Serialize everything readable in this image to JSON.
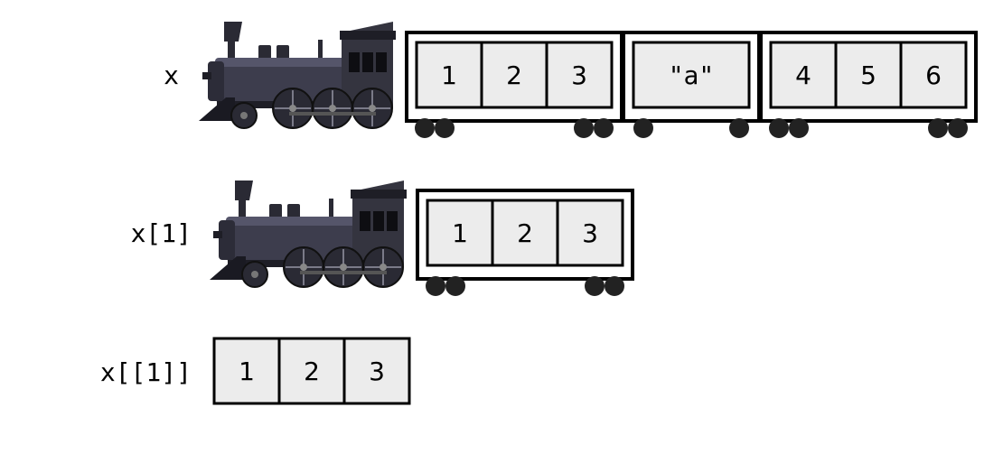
{
  "rows": [
    {
      "label": "x",
      "has_engine": true,
      "cars": [
        {
          "values": [
            "1",
            "2",
            "3"
          ]
        },
        {
          "values": [
            "\"a\""
          ]
        },
        {
          "values": [
            "4",
            "5",
            "6"
          ]
        }
      ]
    },
    {
      "label": "x[1]",
      "has_engine": true,
      "cars": [
        {
          "values": [
            "1",
            "2",
            "3"
          ]
        }
      ]
    },
    {
      "label": "x[[1]]",
      "has_engine": false,
      "cells": [
        "1",
        "2",
        "3"
      ]
    }
  ],
  "colors": {
    "engine_body": "#3a3a4a",
    "engine_dark": "#1e1e26",
    "cell_fill": "#ececec",
    "stroke": "#000000"
  },
  "icons": {
    "engine": "steam-locomotive-icon",
    "wheel": "train-wheel-icon"
  }
}
